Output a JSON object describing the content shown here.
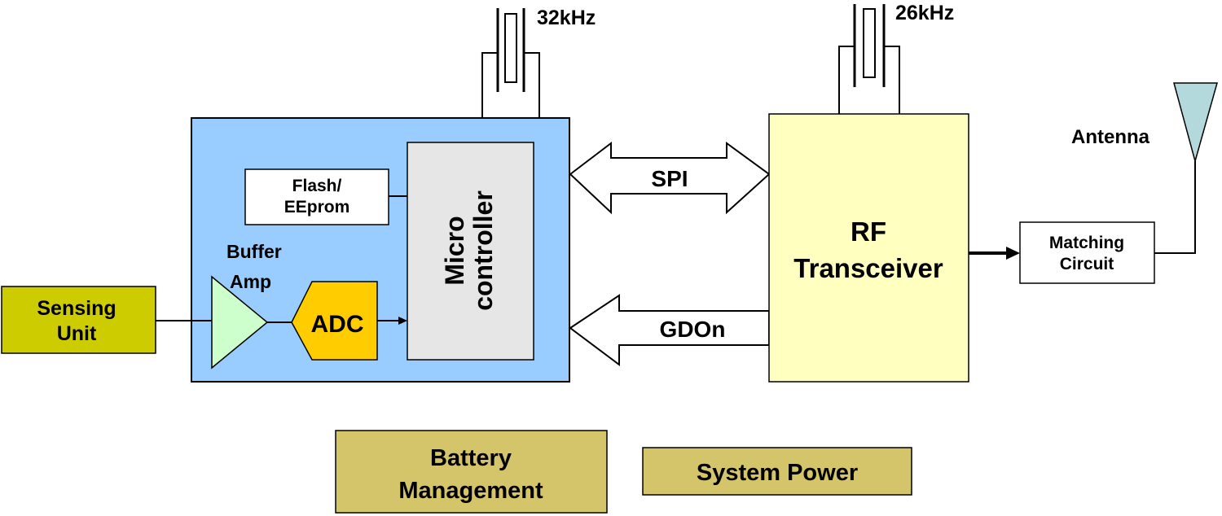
{
  "blocks": {
    "sensing_unit": {
      "line1": "Sensing",
      "line2": "Unit"
    },
    "buffer_amp": {
      "line1": "Buffer",
      "line2": "Amp"
    },
    "adc": {
      "label": "ADC"
    },
    "flash": {
      "line1": "Flash/",
      "line2": "EEprom"
    },
    "microcontroller": {
      "line1": "Micro",
      "line2": "controller"
    },
    "rf_transceiver": {
      "line1": "RF",
      "line2": "Transceiver"
    },
    "matching_circuit": {
      "line1": "Matching",
      "line2": "Circuit"
    },
    "antenna": {
      "label": "Antenna"
    },
    "battery_management": {
      "line1": "Battery",
      "line2": "Management"
    },
    "system_power": {
      "label": "System Power"
    }
  },
  "crystals": {
    "mcu": {
      "label": "32kHz"
    },
    "rf": {
      "label": "26kHz"
    }
  },
  "buses": {
    "spi": {
      "label": "SPI"
    },
    "gdo": {
      "label": "GDOn"
    }
  },
  "colors": {
    "mcu_board": "#99ccff",
    "microcontroller": "#e6e6e6",
    "rf_transceiver": "#ffffc0",
    "sensing_unit": "#cccc00",
    "adc": "#ffcc00",
    "buffer_amp": "#ccffcc",
    "antenna": "#b3d9dd",
    "power_blocks": "#d4c46a"
  }
}
